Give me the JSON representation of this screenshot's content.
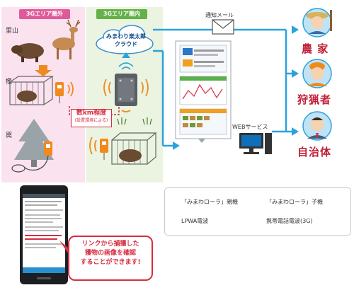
{
  "zones": {
    "outside": "3Gエリア圏外",
    "inside": "3Gエリア圏内"
  },
  "places": {
    "village": "里山",
    "cage_trap": "檻",
    "snare_trap": "罠"
  },
  "cloud": {
    "line1": "みまわり楽太郎",
    "line2": "クラウド"
  },
  "distance": {
    "main": "数km程度",
    "sub": "(設置環境による)"
  },
  "notify_label": "通知メール",
  "web_label": "WEBサービス",
  "roles": [
    "農 家",
    "狩猟者",
    "自治体"
  ],
  "callout": {
    "lines": [
      "リンクから捕獲した",
      "獲物の画像を確認",
      "することができます!"
    ]
  },
  "legend": {
    "parent": "「みまわローラ」親機",
    "child": "「みまわローラ」子機",
    "lpwa": "LPWA電波",
    "mobile": "携帯電話電波(3G)"
  },
  "colors": {
    "outside_bg": "#fbe2ef",
    "inside_bg": "#eaf4e1",
    "accent_red": "#d62d41",
    "arrow_blue": "#29a3dc",
    "wave_orange": "#f08a1c"
  }
}
